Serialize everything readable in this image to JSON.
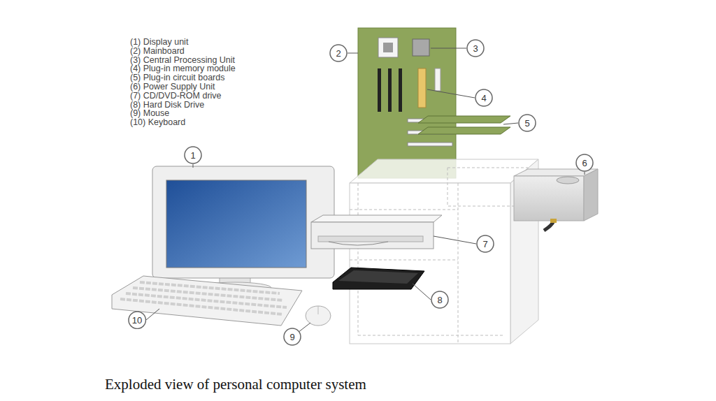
{
  "diagram": {
    "caption": "Exploded view of personal computer system",
    "nodes": [
      {
        "text": [
          "2"
        ]
      },
      {
        "text": [
          "3"
        ]
      },
      {
        "text": [
          "4"
        ]
      },
      {
        "text": [
          "5"
        ]
      },
      {
        "text": [
          "1"
        ]
      },
      {
        "text": [
          "6"
        ]
      },
      {
        "text": [
          "7"
        ]
      },
      {
        "text": [
          "8"
        ]
      },
      {
        "text": [
          "10"
        ]
      },
      {
        "text": [
          "9"
        ]
      }
    ],
    "labels": [
      "(1) Display unit",
      "(2) Mainboard",
      "(3) Central Processing Unit",
      "(4) Plug-in memory module",
      "(5) Plug-in circuit boards",
      "(6) Power Supply Unit",
      "(7) CD/DVD-ROM drive",
      "(8) Hard Disk Drive",
      "(9) Mouse",
      "(10) Keyboard"
    ]
  }
}
